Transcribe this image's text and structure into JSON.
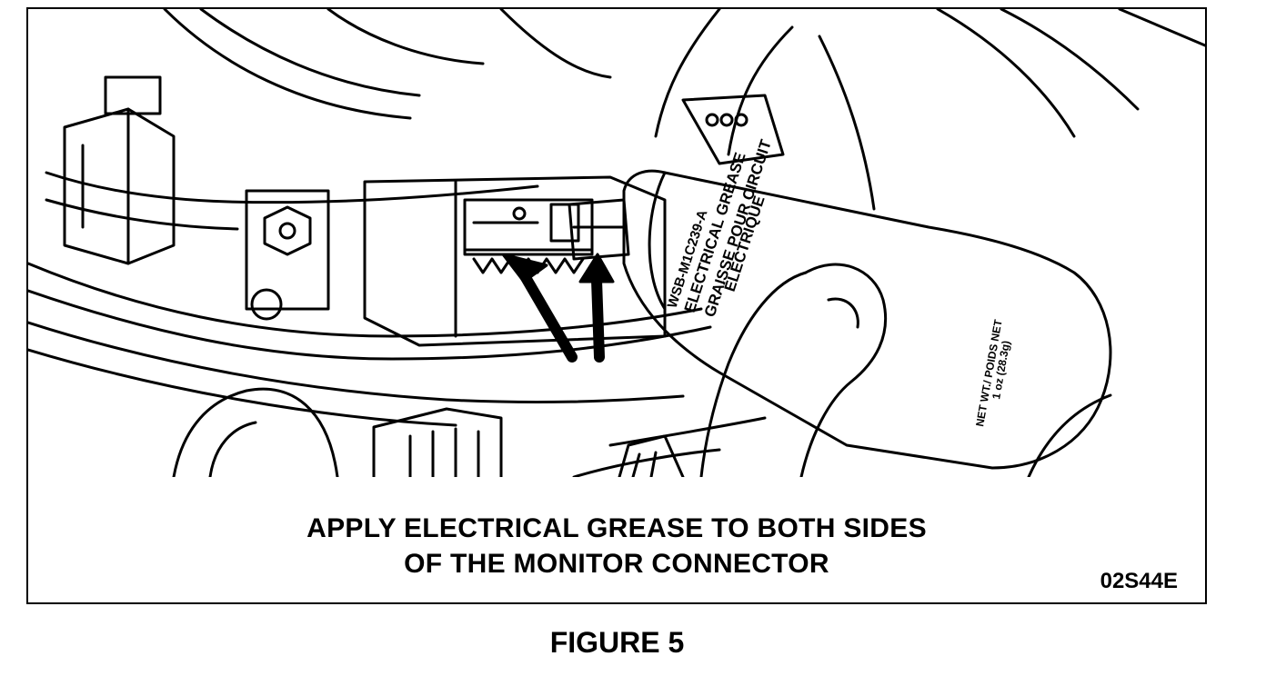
{
  "illustration": {
    "caption_line1": "APPLY ELECTRICAL GREASE TO BOTH SIDES",
    "caption_line2": "OF THE MONITOR CONNECTOR",
    "figure_code": "02S44E",
    "tube_label": {
      "part_number": "WSB-M1C239-A",
      "line1": "ELECTRICAL GREASE",
      "line2": "GRAISSE POUR CIRCUIT",
      "line3": "ÉLECTRIQUE",
      "net_weight": "NET WT./ POIDS NET",
      "amount": "1 oz (28.3g)"
    },
    "colors": {
      "ink": "#000000",
      "paper": "#ffffff"
    }
  },
  "figure_label": "FIGURE 5"
}
